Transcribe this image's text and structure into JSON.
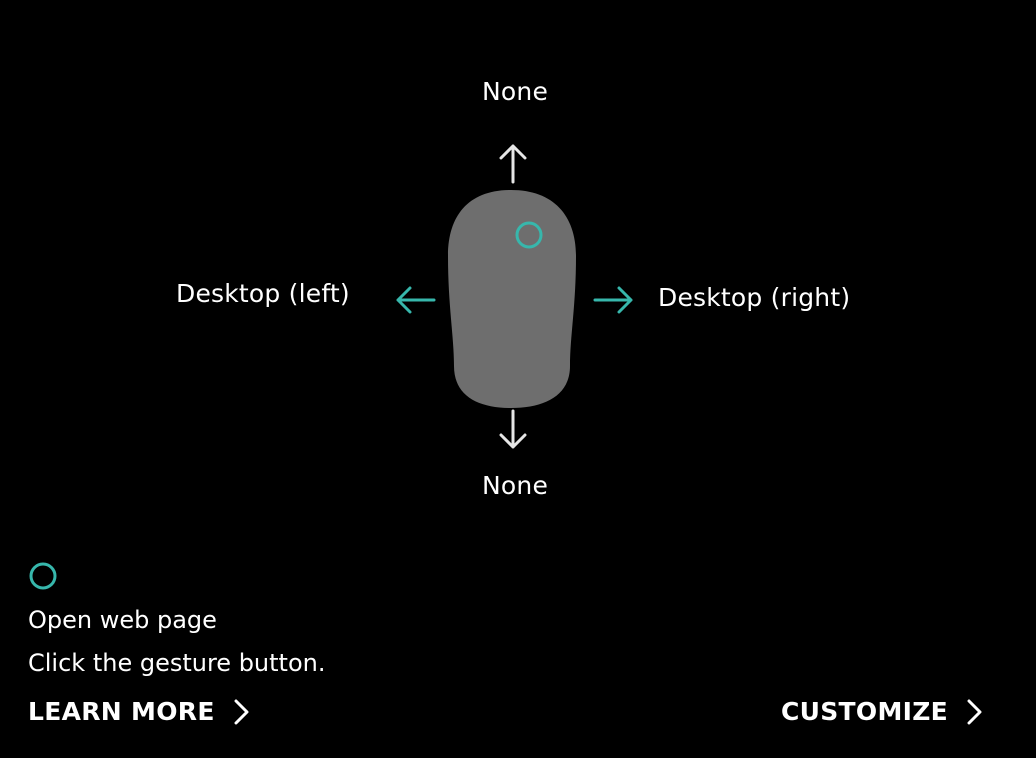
{
  "gesture": {
    "up_label": "None",
    "down_label": "None",
    "left_label": "Desktop (left)",
    "right_label": "Desktop (right)"
  },
  "action": {
    "name": "Open web page",
    "hint": "Click the gesture button."
  },
  "links": {
    "learn_more": "LEARN MORE",
    "customize": "CUSTOMIZE"
  },
  "icons": {
    "up": "arrow-up-icon",
    "down": "arrow-down-icon",
    "left": "arrow-left-icon",
    "right": "arrow-right-icon",
    "chevron": "chevron-right-icon",
    "mouse": "mouse-icon",
    "gesture_button": "gesture-button-marker-icon"
  },
  "colors": {
    "background": "#000000",
    "text": "#ffffff",
    "accent": "#37b7ac",
    "mouse_body": "#6e6e6e",
    "inactive_arrow": "#e6e6e6"
  }
}
